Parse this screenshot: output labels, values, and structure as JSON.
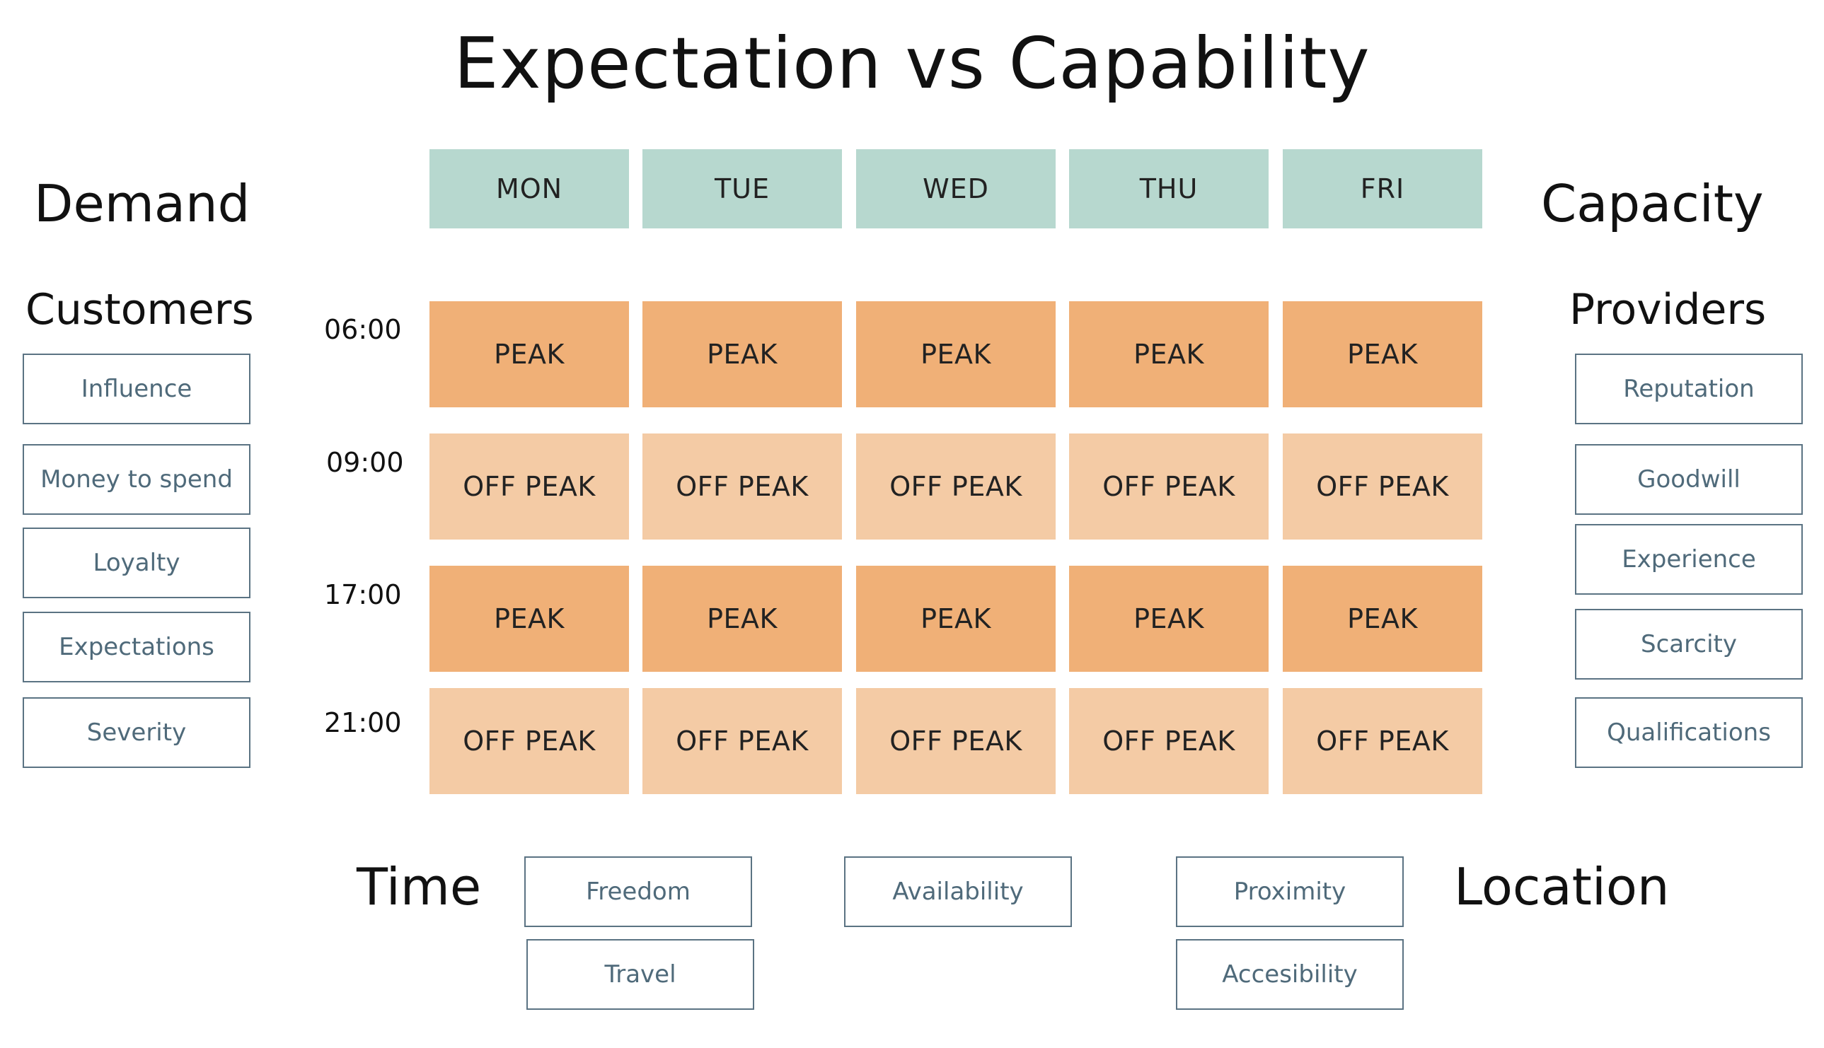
{
  "title": "Expectation vs Capability",
  "left": {
    "heading": "Demand",
    "subheading": "Customers",
    "factors": [
      "Influence",
      "Money to spend",
      "Loyalty",
      "Expectations",
      "Severity"
    ]
  },
  "right": {
    "heading": "Capacity",
    "subheading": "Providers",
    "factors": [
      "Reputation",
      "Goodwill",
      "Experience",
      "Scarcity",
      "Qualifications"
    ]
  },
  "grid": {
    "days": [
      "MON",
      "TUE",
      "WED",
      "THU",
      "FRI"
    ],
    "rows": [
      {
        "time": "06:00",
        "label": "PEAK",
        "kind": "peak"
      },
      {
        "time": "09:00",
        "label": "OFF PEAK",
        "kind": "offpeak"
      },
      {
        "time": "17:00",
        "label": "PEAK",
        "kind": "peak"
      },
      {
        "time": "21:00",
        "label": "OFF PEAK",
        "kind": "offpeak"
      }
    ],
    "colors": {
      "header": "#b7d8cf",
      "peak": "#f0b077",
      "offpeak": "#f4cba5"
    }
  },
  "bottom": {
    "time_heading": "Time",
    "location_heading": "Location",
    "time_factors": [
      "Freedom",
      "Travel"
    ],
    "middle_factor": "Availability",
    "location_factors": [
      "Proximity",
      "Accesibility"
    ]
  }
}
